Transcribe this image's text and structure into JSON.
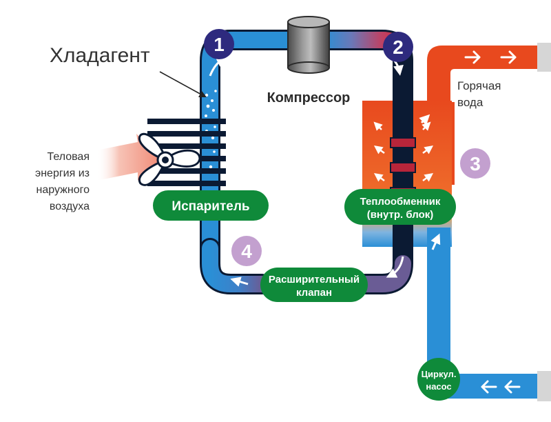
{
  "refrigerant_label": "Хладагент",
  "compressor_label": "Компрессор",
  "evaporator_label": "Испаритель",
  "heat_exchanger_label": [
    "Теплообменник",
    "(внутр. блок)"
  ],
  "expansion_valve_label": [
    "Расширительный",
    "клапан"
  ],
  "pump_label": [
    "Циркул.",
    "насос"
  ],
  "hot_water_label": [
    "Горячая",
    "вода"
  ],
  "ambient_energy_label": [
    "Теловая",
    "энергия из",
    "наружного",
    "воздуха"
  ],
  "steps": [
    "1",
    "2",
    "3",
    "4"
  ],
  "colors": {
    "cold_pipe": "#2a8fd6",
    "hot_pipe": "#d9263c",
    "hot_water": "#e8491e",
    "pill": "#0f8a3a",
    "step_dark": "#2e2a7e",
    "step_light": "#c3a0cf"
  }
}
